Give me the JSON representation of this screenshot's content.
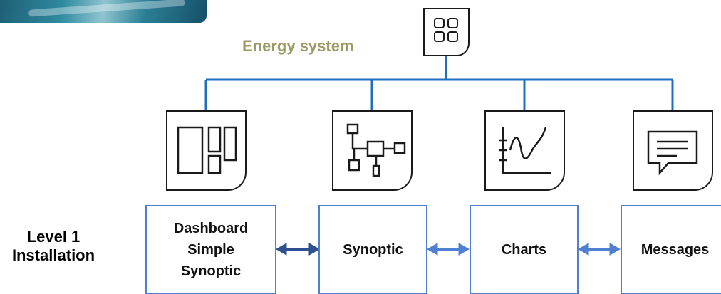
{
  "diagram": {
    "title": "Energy system",
    "level": {
      "line1": "Level 1",
      "line2": "Installation"
    },
    "modules": [
      {
        "icon": "dashboard-icon",
        "lines": [
          "Dashboard",
          "Simple",
          "Synoptic"
        ]
      },
      {
        "icon": "synoptic-icon",
        "lines": [
          "Synoptic"
        ]
      },
      {
        "icon": "charts-icon",
        "lines": [
          "Charts"
        ]
      },
      {
        "icon": "messages-icon",
        "lines": [
          "Messages"
        ]
      }
    ],
    "root_icon": "apps-grid-icon",
    "colors": {
      "title": "#9e9a66",
      "connector": "#1f6fc0",
      "box_border": "#4f7fd0",
      "arrow_dark": "#2f4f8f",
      "arrow_light": "#4f7fd0"
    }
  }
}
